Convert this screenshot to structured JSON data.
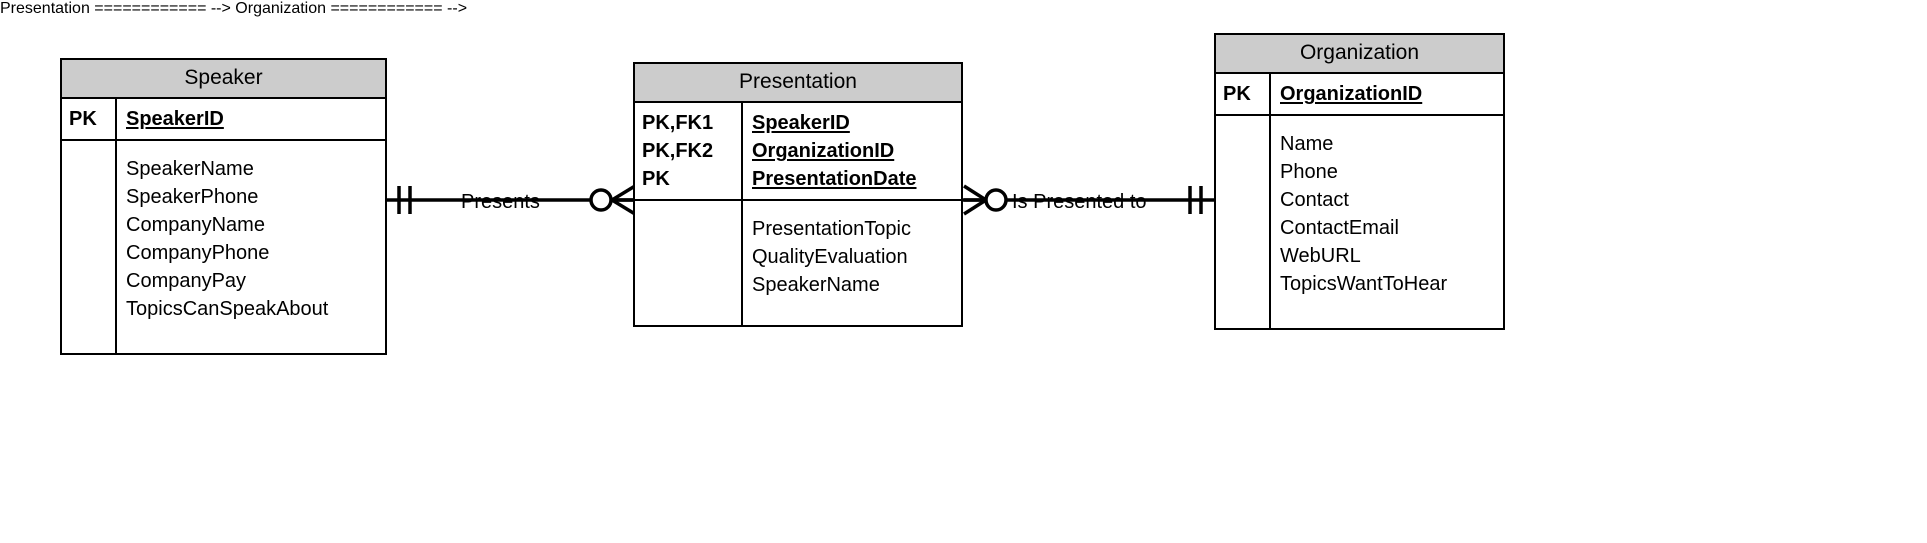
{
  "diagram": {
    "title": "Speaker Presentation Organization ER Diagram",
    "notation": "crow-foot",
    "colors": {
      "header_fill": "#cccccc",
      "line": "#000000",
      "background": "#ffffff"
    }
  },
  "entities": [
    {
      "id": "speaker",
      "name": "Speaker",
      "keys": [
        {
          "marker": "PK",
          "attribute": "SpeakerID"
        }
      ],
      "attributes": [
        "SpeakerName",
        "SpeakerPhone",
        "CompanyName",
        "CompanyPhone",
        "CompanyPay",
        "TopicsCanSpeakAbout"
      ]
    },
    {
      "id": "presentation",
      "name": "Presentation",
      "keys": [
        {
          "marker": "PK,FK1",
          "attribute": "SpeakerID"
        },
        {
          "marker": "PK,FK2",
          "attribute": "OrganizationID"
        },
        {
          "marker": "PK",
          "attribute": "PresentationDate"
        }
      ],
      "attributes": [
        "PresentationTopic",
        "QualityEvaluation",
        "SpeakerName"
      ]
    },
    {
      "id": "organization",
      "name": "Organization",
      "keys": [
        {
          "marker": "PK",
          "attribute": "OrganizationID"
        }
      ],
      "attributes": [
        "Name",
        "Phone",
        "Contact",
        "ContactEmail",
        "WebURL",
        "TopicsWantToHear"
      ]
    }
  ],
  "relationships": [
    {
      "id": "presents",
      "label": "Presents",
      "from": "Speaker",
      "to": "Presentation",
      "from_cardinality": "one-and-only-one",
      "to_cardinality": "zero-or-many"
    },
    {
      "id": "is-presented-to",
      "label": "Is Presented to",
      "from": "Presentation",
      "to": "Organization",
      "from_cardinality": "zero-or-many",
      "to_cardinality": "one-and-only-one"
    }
  ]
}
